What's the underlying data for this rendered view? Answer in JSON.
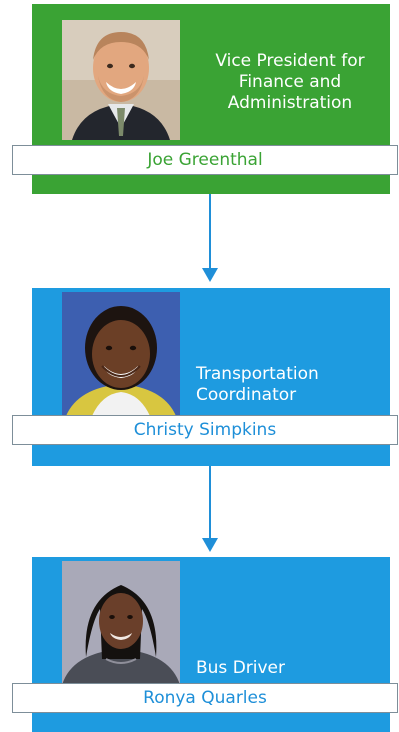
{
  "colors": {
    "executive": "#3aa334",
    "staff": "#1e9be0",
    "connector": "#1f8fd8",
    "name_text_executive": "#3aa334",
    "name_text_staff": "#1e8fd8"
  },
  "nodes": [
    {
      "title_lines": [
        "Vice President for",
        "Finance and",
        "Administration"
      ],
      "name": "Joe Greenthal"
    },
    {
      "title_lines": [
        "Transportation",
        "Coordinator"
      ],
      "name": "Christy Simpkins"
    },
    {
      "title_lines": [
        "Bus Driver"
      ],
      "name": "Ronya Quarles"
    }
  ]
}
